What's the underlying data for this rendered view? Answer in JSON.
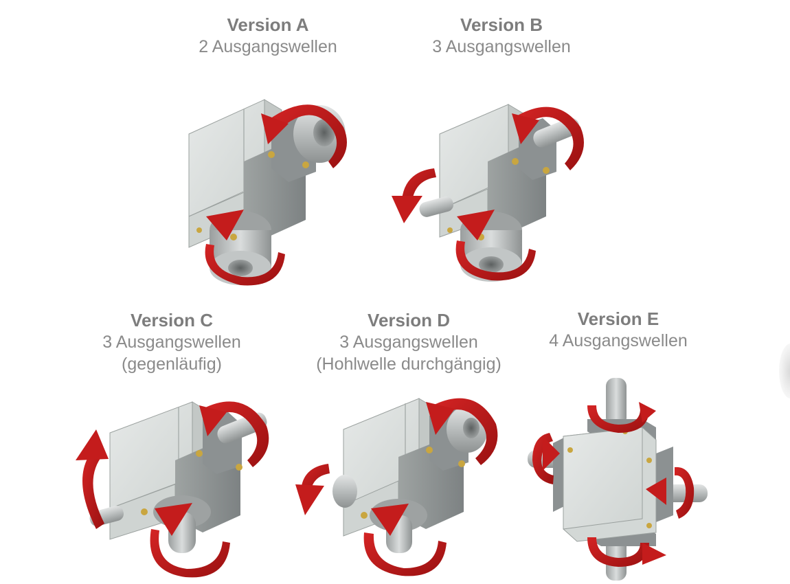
{
  "versions": [
    {
      "id": "A",
      "title": "Version A",
      "lines": [
        "2 Ausgangswellen"
      ]
    },
    {
      "id": "B",
      "title": "Version B",
      "lines": [
        "3 Ausgangswellen"
      ]
    },
    {
      "id": "C",
      "title": "Version C",
      "lines": [
        "3 Ausgangswellen",
        "(gegenläufig)"
      ]
    },
    {
      "id": "D",
      "title": "Version D",
      "lines": [
        "3 Ausgangswellen",
        "(Hohlwelle durchgängig)"
      ]
    },
    {
      "id": "E",
      "title": "Version E",
      "lines": [
        "4 Ausgangswellen"
      ]
    }
  ],
  "colors": {
    "arrow": "#c41c1c",
    "arrow_dark": "#8e1010",
    "housing_light": "#dfe3e1",
    "housing_mid": "#b9bebc",
    "housing_dark": "#6c7072",
    "shaft": "#c9cccc",
    "bolt": "#c9a640"
  },
  "icons": [
    "gearbox-icon",
    "rotation-arrow-icon"
  ]
}
